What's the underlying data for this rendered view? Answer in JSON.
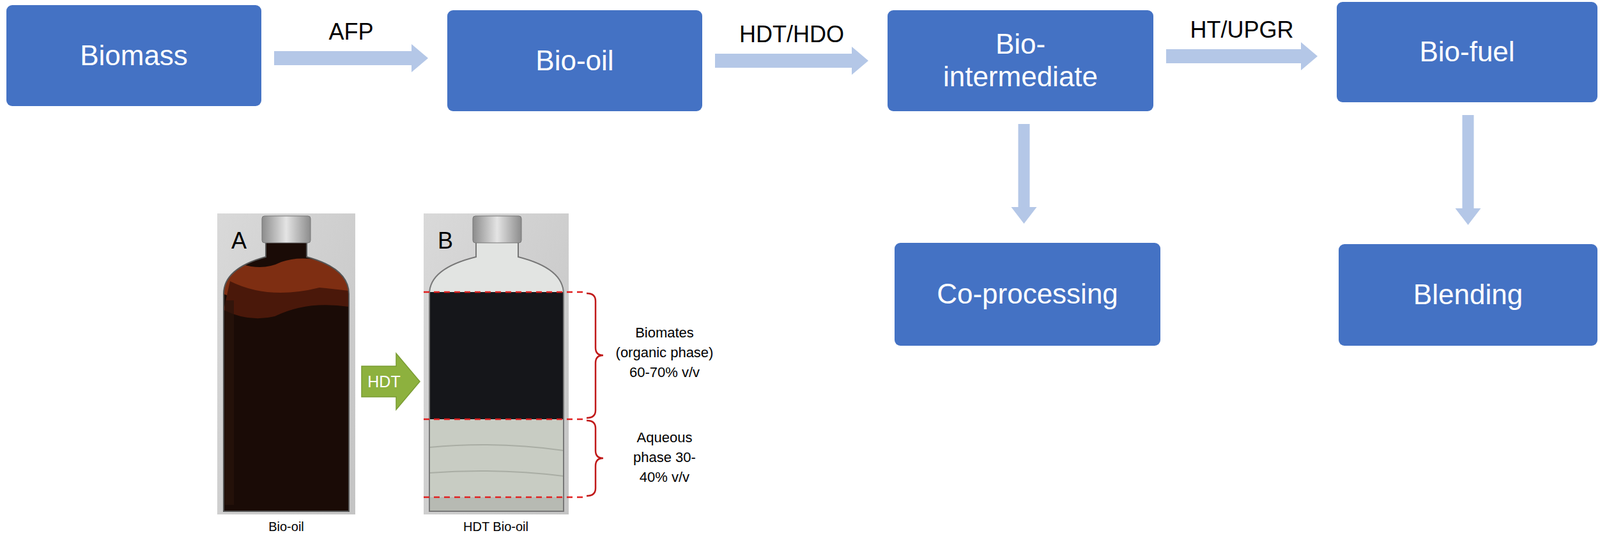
{
  "diagram": {
    "nodes": [
      {
        "text": [
          "Biomass"
        ]
      },
      {
        "text": [
          "Bio-oil"
        ]
      },
      {
        "text": [
          "Bio-intermediate"
        ]
      },
      {
        "text": [
          "Bio-fuel"
        ]
      },
      {
        "text": [
          "Co-processing"
        ]
      },
      {
        "text": [
          "Blending"
        ]
      }
    ],
    "edges": [
      {
        "from": 0,
        "to": 1,
        "label": "AFP",
        "arrow": "to"
      },
      {
        "from": 1,
        "to": 2,
        "label": "HDT/HDO",
        "arrow": "to"
      },
      {
        "from": 2,
        "to": 3,
        "label": "HT/UPGR",
        "arrow": "to"
      },
      {
        "from": 2,
        "to": 4,
        "arrow": "to"
      },
      {
        "from": 3,
        "to": 5,
        "arrow": "to"
      }
    ],
    "labels": [
      "A",
      "B",
      "HDT",
      "Biomates (organic phase) 60-70% v/v",
      "Aqueous phase 30-40% v/v",
      "Bio-oil",
      "HDT Bio-oil"
    ]
  }
}
